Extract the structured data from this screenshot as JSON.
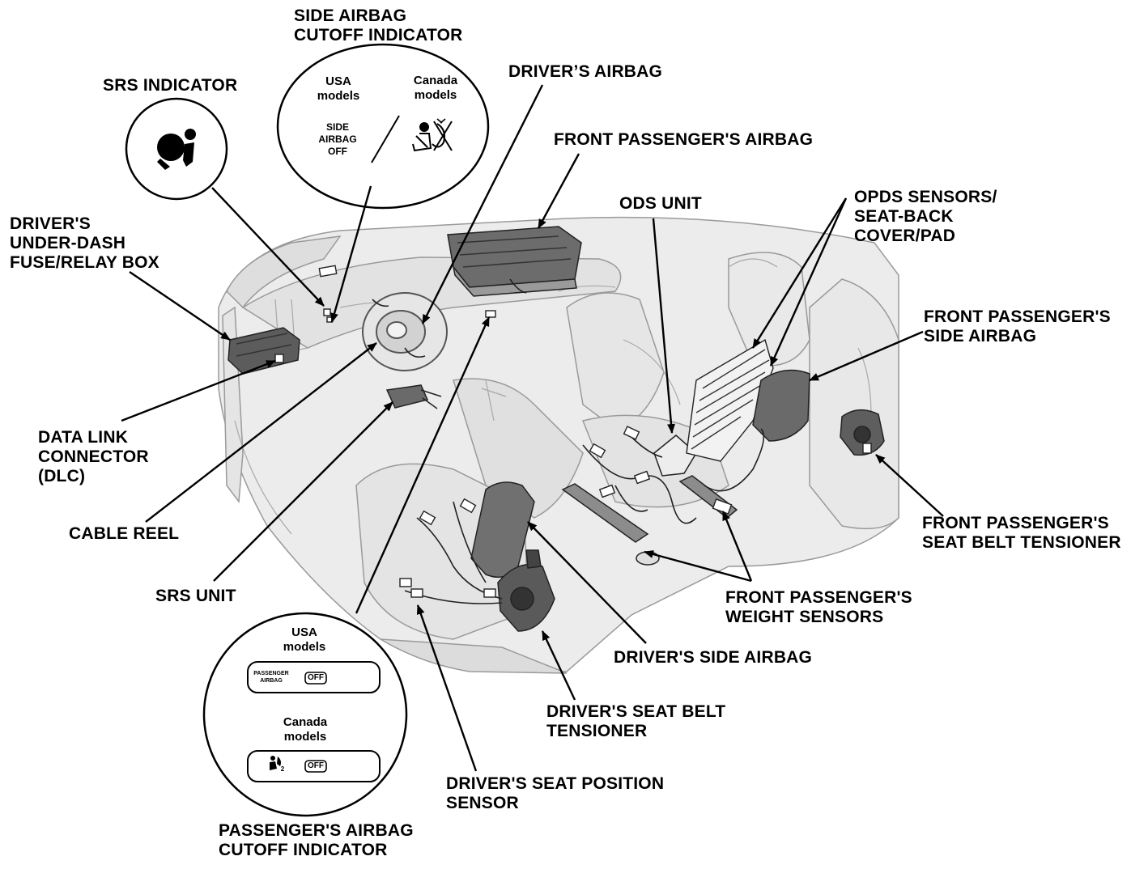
{
  "labels": {
    "side_airbag_cutoff": [
      "SIDE AIRBAG",
      "CUTOFF INDICATOR"
    ],
    "srs_indicator": "SRS INDICATOR",
    "drivers_airbag": "DRIVER’S AIRBAG",
    "front_passenger_airbag": "FRONT PASSENGER'S AIRBAG",
    "ods_unit": "ODS UNIT",
    "opds_sensors": [
      "OPDS SENSORS/",
      "SEAT-BACK",
      "COVER/PAD"
    ],
    "fuse_relay_box": [
      "DRIVER'S",
      "UNDER-DASH",
      "FUSE/RELAY BOX"
    ],
    "front_passenger_side_airbag": [
      "FRONT PASSENGER'S",
      "SIDE AIRBAG"
    ],
    "data_link_connector": [
      "DATA LINK",
      "CONNECTOR",
      "(DLC)"
    ],
    "cable_reel": "CABLE REEL",
    "front_passenger_seat_belt_tensioner": [
      "FRONT PASSENGER'S",
      "SEAT BELT TENSIONER"
    ],
    "srs_unit": "SRS UNIT",
    "front_passenger_weight_sensors": [
      "FRONT PASSENGER'S",
      "WEIGHT SENSORS"
    ],
    "drivers_side_airbag": "DRIVER'S SIDE AIRBAG",
    "drivers_seat_belt_tensioner": [
      "DRIVER'S SEAT BELT",
      "TENSIONER"
    ],
    "drivers_seat_position_sensor": [
      "DRIVER'S SEAT POSITION",
      "SENSOR"
    ],
    "passenger_airbag_cutoff": [
      "PASSENGER'S AIRBAG",
      "CUTOFF INDICATOR"
    ]
  },
  "side_cutoff_bubble": {
    "usa": [
      "USA",
      "models"
    ],
    "canada": [
      "Canada",
      "models"
    ],
    "indicator_text": [
      "SIDE",
      "AIRBAG",
      "OFF"
    ]
  },
  "passenger_cutoff_bubble": {
    "usa": [
      "USA",
      "models"
    ],
    "canada": [
      "Canada",
      "models"
    ],
    "passenger_airbag_text": [
      "PASSENGER",
      "AIRBAG"
    ],
    "off_text": "OFF",
    "canada_sub": "2"
  },
  "icons": {
    "srs": "airbag-occupant-icon",
    "canada_side": "seatbelt-airbag-off-icon",
    "canada_passenger": "passenger-airbag-icon"
  }
}
